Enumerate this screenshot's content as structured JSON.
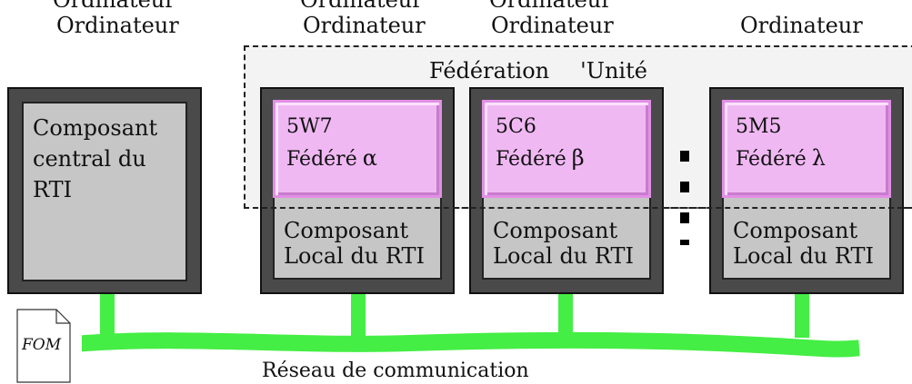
{
  "top_labels": {
    "clipped_line": "Ordinateur",
    "col1": "Ordinateur",
    "col2": "Ordinateur",
    "col3": "Ordinateur",
    "col4": "Ordinateur"
  },
  "federation": {
    "title_left": "Fédération",
    "title_right": "'Unité"
  },
  "central": {
    "line1": "Composant",
    "line2": "central du",
    "line3": "RTI"
  },
  "federates": [
    {
      "code": "5W7",
      "label": "Fédéré",
      "symbol": "α"
    },
    {
      "code": "5C6",
      "label": "Fédéré",
      "symbol": "β"
    },
    {
      "code": "5M5",
      "label": "Fédéré",
      "symbol": "λ"
    }
  ],
  "local": {
    "line1": "Composant",
    "line2": "Local du RTI"
  },
  "network": {
    "label": "Réseau de communication"
  },
  "fom": {
    "label": "FOM"
  },
  "colors": {
    "network": "#44ee44",
    "federate_fill": "#f0b8f3",
    "screen": "#c6c6c6",
    "computer": "#4a4a4a"
  }
}
